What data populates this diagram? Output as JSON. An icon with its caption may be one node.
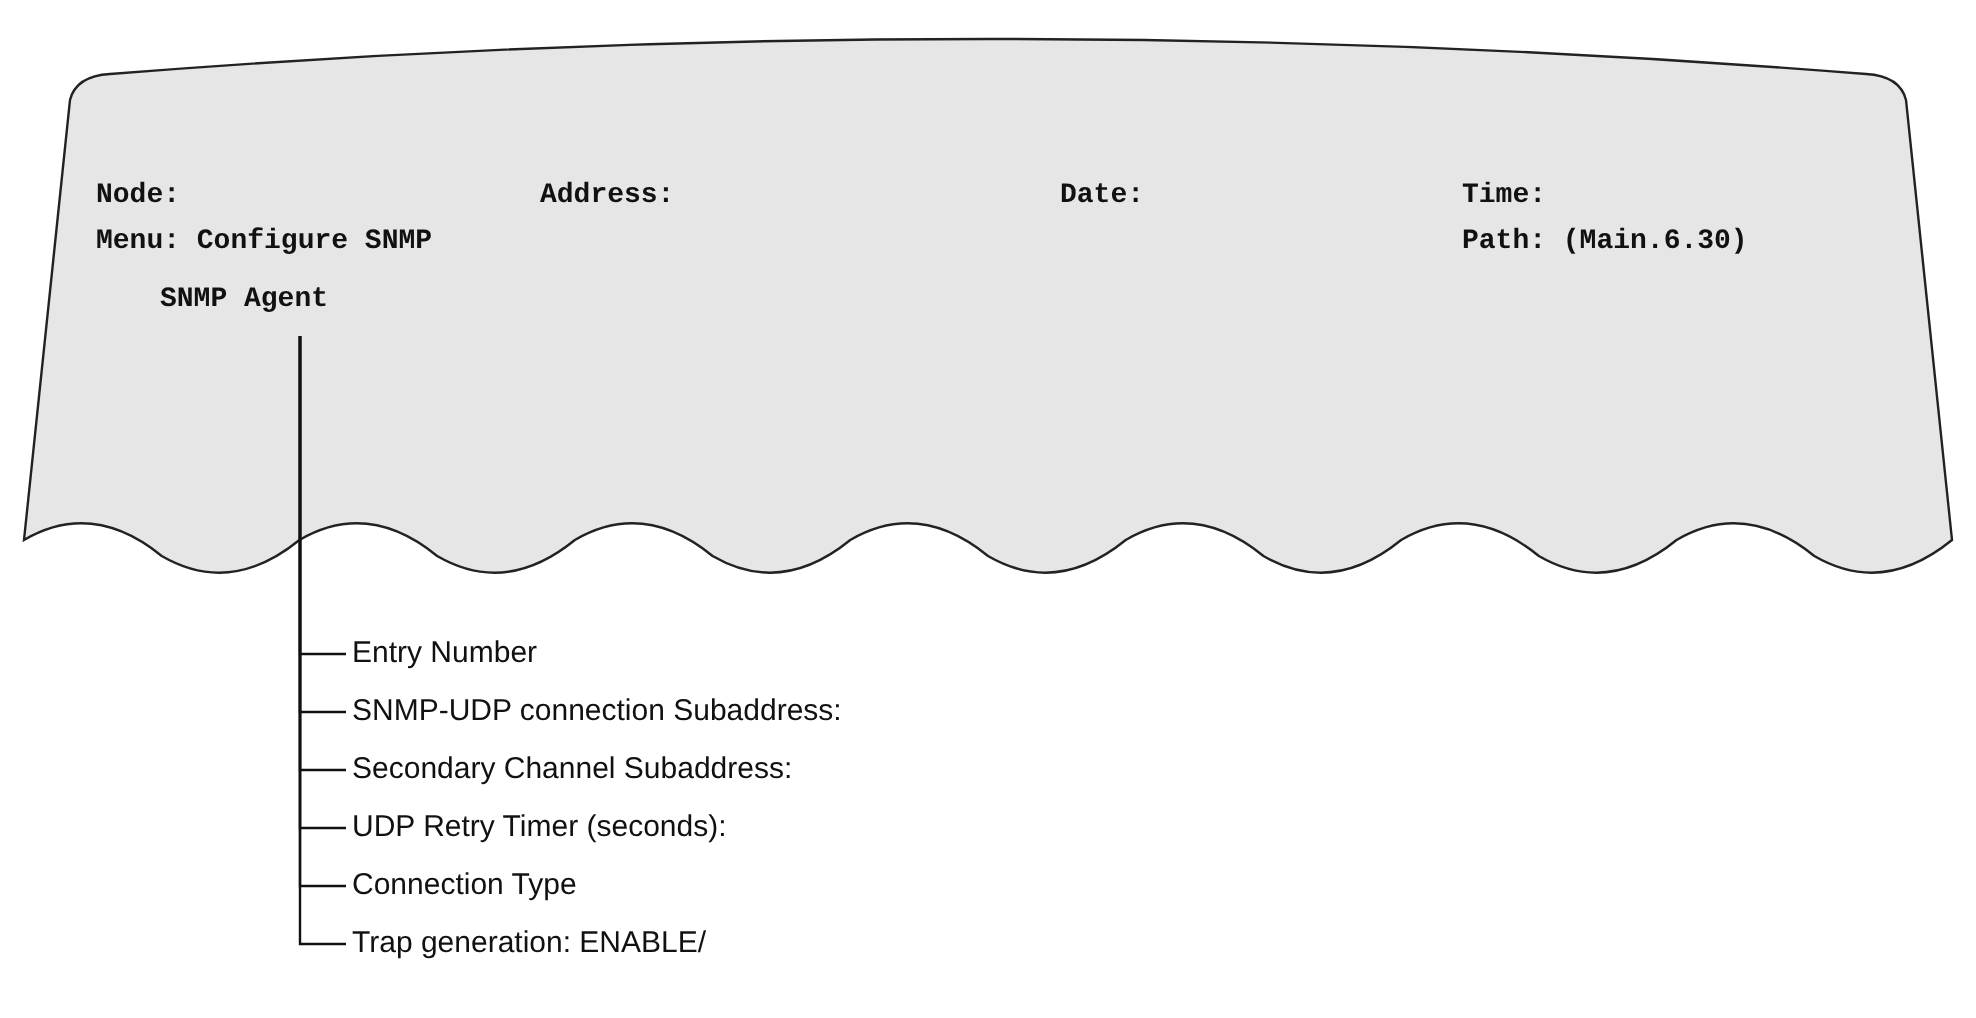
{
  "diagram": {
    "nodes": [
      {
        "text": [
          "Node:",
          "Address:",
          "Date:",
          "Time:",
          "Menu: Configure SNMP",
          "Path: (Main.6.30)"
        ]
      },
      {
        "text": [
          "SNMP Agent"
        ],
        "in": 0
      },
      {
        "text": [
          "Entry Number"
        ]
      },
      {
        "text": [
          "SNMP-UDP connection Subaddress:"
        ]
      },
      {
        "text": [
          "Secondary Channel Subaddress:"
        ]
      },
      {
        "text": [
          "UDP Retry Timer (seconds):"
        ]
      },
      {
        "text": [
          "Connection Type"
        ]
      },
      {
        "text": [
          "Trap generation: ENABLE/"
        ]
      }
    ],
    "edges": [
      {
        "from": 1,
        "to": 2,
        "arrow": "none"
      },
      {
        "from": 1,
        "to": 3,
        "arrow": "none"
      },
      {
        "from": 1,
        "to": 4,
        "arrow": "none"
      },
      {
        "from": 1,
        "to": 5,
        "arrow": "none"
      },
      {
        "from": 1,
        "to": 6,
        "arrow": "none"
      },
      {
        "from": 1,
        "to": 7,
        "arrow": "none"
      }
    ]
  }
}
